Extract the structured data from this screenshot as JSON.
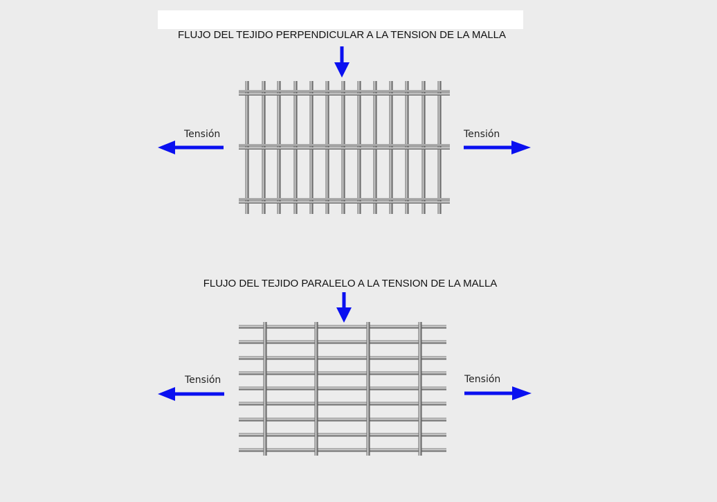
{
  "diagram_1": {
    "title": "FLUJO DEL TEJIDO PERPENDICULAR A LA TENSION DE LA MALLA",
    "left_label": "Tensión",
    "right_label": "Tensión"
  },
  "diagram_2": {
    "title": "FLUJO DEL TEJIDO PARALELO A LA TENSION DE LA MALLA",
    "left_label": "Tensión",
    "right_label": "Tensión"
  },
  "colors": {
    "arrow": "#0a10f0",
    "background": "#ececec",
    "wire": "#8a8a8a"
  }
}
